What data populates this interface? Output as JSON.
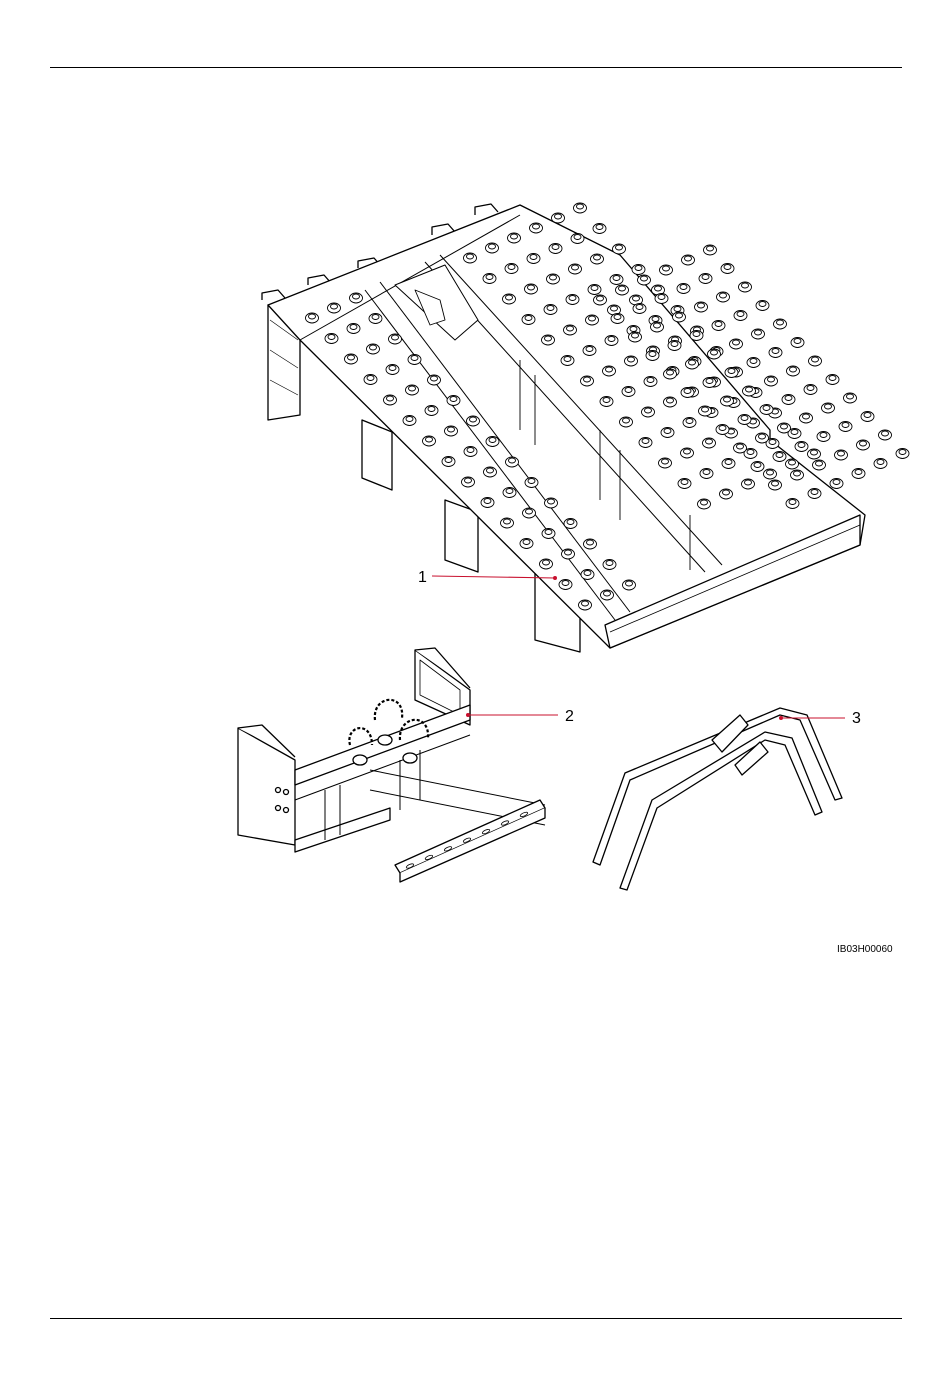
{
  "figure": {
    "callouts": [
      {
        "id": "1",
        "label": "1"
      },
      {
        "id": "2",
        "label": "2"
      },
      {
        "id": "3",
        "label": "3"
      }
    ],
    "figure_code": "IB03H00060",
    "colors": {
      "callout_line": "#c8102e",
      "stroke": "#000000"
    }
  }
}
